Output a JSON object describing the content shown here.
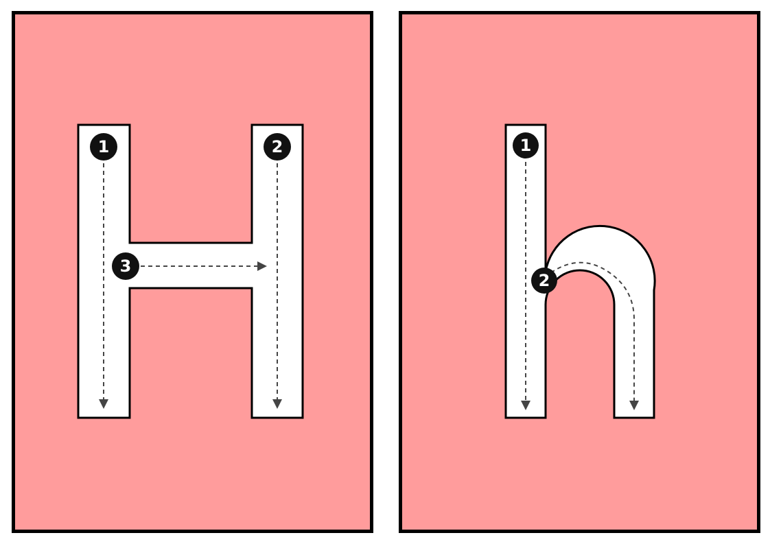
{
  "colors": {
    "card_background": "#ff9c9c",
    "card_border": "#000000",
    "letter_fill": "#ffffff",
    "guide_line": "#444444",
    "step_marker": "#111111"
  },
  "cards": [
    {
      "letter": "H",
      "case": "uppercase",
      "steps": [
        "1",
        "2",
        "3"
      ],
      "step_direction_icons": [
        "arrow-down-icon",
        "arrow-down-icon",
        "arrow-right-icon"
      ]
    },
    {
      "letter": "h",
      "case": "lowercase",
      "steps": [
        "1",
        "2"
      ],
      "step_direction_icons": [
        "arrow-down-icon",
        "arrow-down-icon"
      ]
    }
  ]
}
